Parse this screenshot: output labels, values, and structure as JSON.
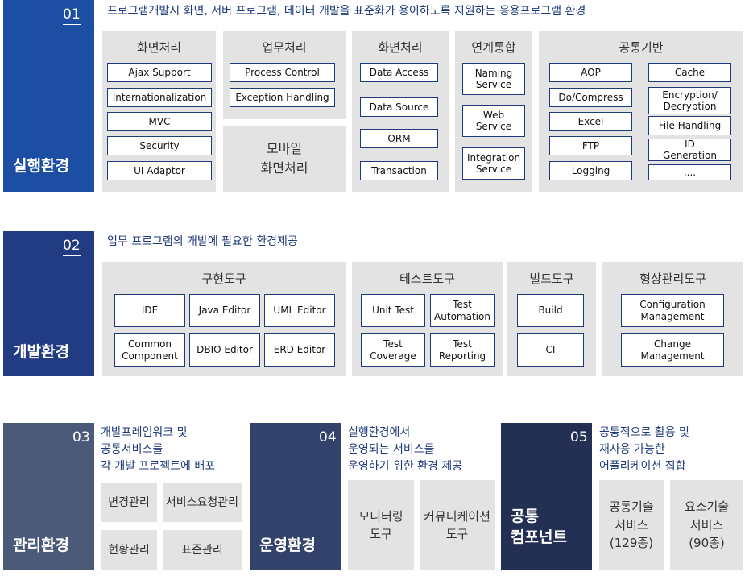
{
  "colors": {
    "s01": "#1c4fa3",
    "s02": "#213c82",
    "s03": "#4b5a78",
    "s04": "#33426a",
    "s05": "#242f54",
    "panel": "#e3e3e3",
    "border": "#1f3a7a"
  },
  "s01": {
    "num": "01",
    "title": "실행환경",
    "desc": "프로그램개발시 화면, 서버 프로그램, 데이터 개발을 표준화가 용이하도록 지원하는 응용프로그램 환경",
    "p1": {
      "title": "화면처리",
      "items": [
        "Ajax Support",
        "Internationalization",
        "MVC",
        "Security",
        "UI Adaptor"
      ]
    },
    "p2": {
      "title": "업무처리",
      "items": [
        "Process Control",
        "Exception Handling"
      ]
    },
    "p2b": {
      "label": "모바일\n화면처리"
    },
    "p3": {
      "title": "화면처리",
      "items": [
        "Data Access",
        "Data Source",
        "ORM",
        "Transaction"
      ]
    },
    "p4": {
      "title": "연계통합",
      "items": [
        "Naming\nService",
        "Web\nService",
        "Integration\nService"
      ]
    },
    "p5": {
      "title": "공통기반",
      "left": [
        "AOP",
        "Do/Compress",
        "Excel",
        "FTP",
        "Logging"
      ],
      "right": [
        "Cache",
        "Encryption/\nDecryption",
        "File Handling",
        "ID\nGeneration",
        "...."
      ]
    }
  },
  "s02": {
    "num": "02",
    "title": "개발환경",
    "desc": "업무 프로그램의 개발에 필요한 환경제공",
    "p1": {
      "title": "구현도구",
      "items": [
        "IDE",
        "Java Editor",
        "UML Editor",
        "Common\nComponent",
        "DBIO Editor",
        "ERD Editor"
      ]
    },
    "p2": {
      "title": "테스트도구",
      "items": [
        "Unit Test",
        "Test\nAutomation",
        "Test\nCoverage",
        "Test\nReporting"
      ]
    },
    "p3": {
      "title": "빌드도구",
      "items": [
        "Build",
        "CI"
      ]
    },
    "p4": {
      "title": "형상관리도구",
      "items": [
        "Configuration\nManagement",
        "Change\nManagement"
      ]
    }
  },
  "s03": {
    "num": "03",
    "title": "관리환경",
    "desc": "개발프레임워크 및\n공통서비스를\n각 개발 프로젝트에 배포",
    "items": [
      "변경관리",
      "서비스요청관리",
      "현황관리",
      "표준관리"
    ]
  },
  "s04": {
    "num": "04",
    "title": "운영환경",
    "desc": "실행환경에서\n운영되는 서비스를\n운영하기 위한 환경 제공",
    "items": [
      "모니터링\n도구",
      "커뮤니케이션\n도구"
    ]
  },
  "s05": {
    "num": "05",
    "title": "공통\n컴포넌트",
    "desc": "공통적으로 활용 및\n재사용 가능한\n어플리케이션 집합",
    "items": [
      "공통기술\n서비스\n(129종)",
      "요소기술\n서비스\n(90종)"
    ]
  }
}
